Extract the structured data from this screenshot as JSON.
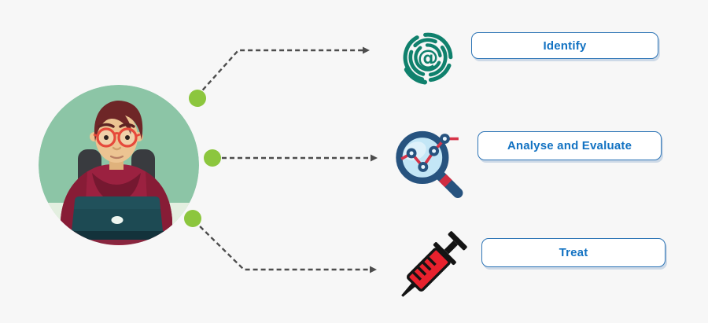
{
  "page": {
    "background_color": "#f7f7f7",
    "description": "three-step process diagram"
  },
  "illustration": {
    "name": "man-working-on-laptop",
    "circle_color": "#8cc5a6",
    "desk_color": "#e3efe0",
    "hoodie_color": "#9b2140",
    "laptop_color": "#1d4a53"
  },
  "connectors": {
    "dot_color": "#8cc63e",
    "line_color": "#4d4d4d"
  },
  "label_style": {
    "text_color": "#1272c2",
    "border_color": "#2e75b6"
  },
  "steps": [
    {
      "id": "identify",
      "label": "Identify",
      "icon": "fingerprint-at-icon",
      "icon_color": "#10816d",
      "icon_glyph": "@"
    },
    {
      "id": "analyse",
      "label": "Analyse and Evaluate",
      "icon": "magnifier-chart-icon",
      "icon_color": "#27537f"
    },
    {
      "id": "treat",
      "label": "Treat",
      "icon": "syringe-icon",
      "icon_color": "#e8212d"
    }
  ]
}
